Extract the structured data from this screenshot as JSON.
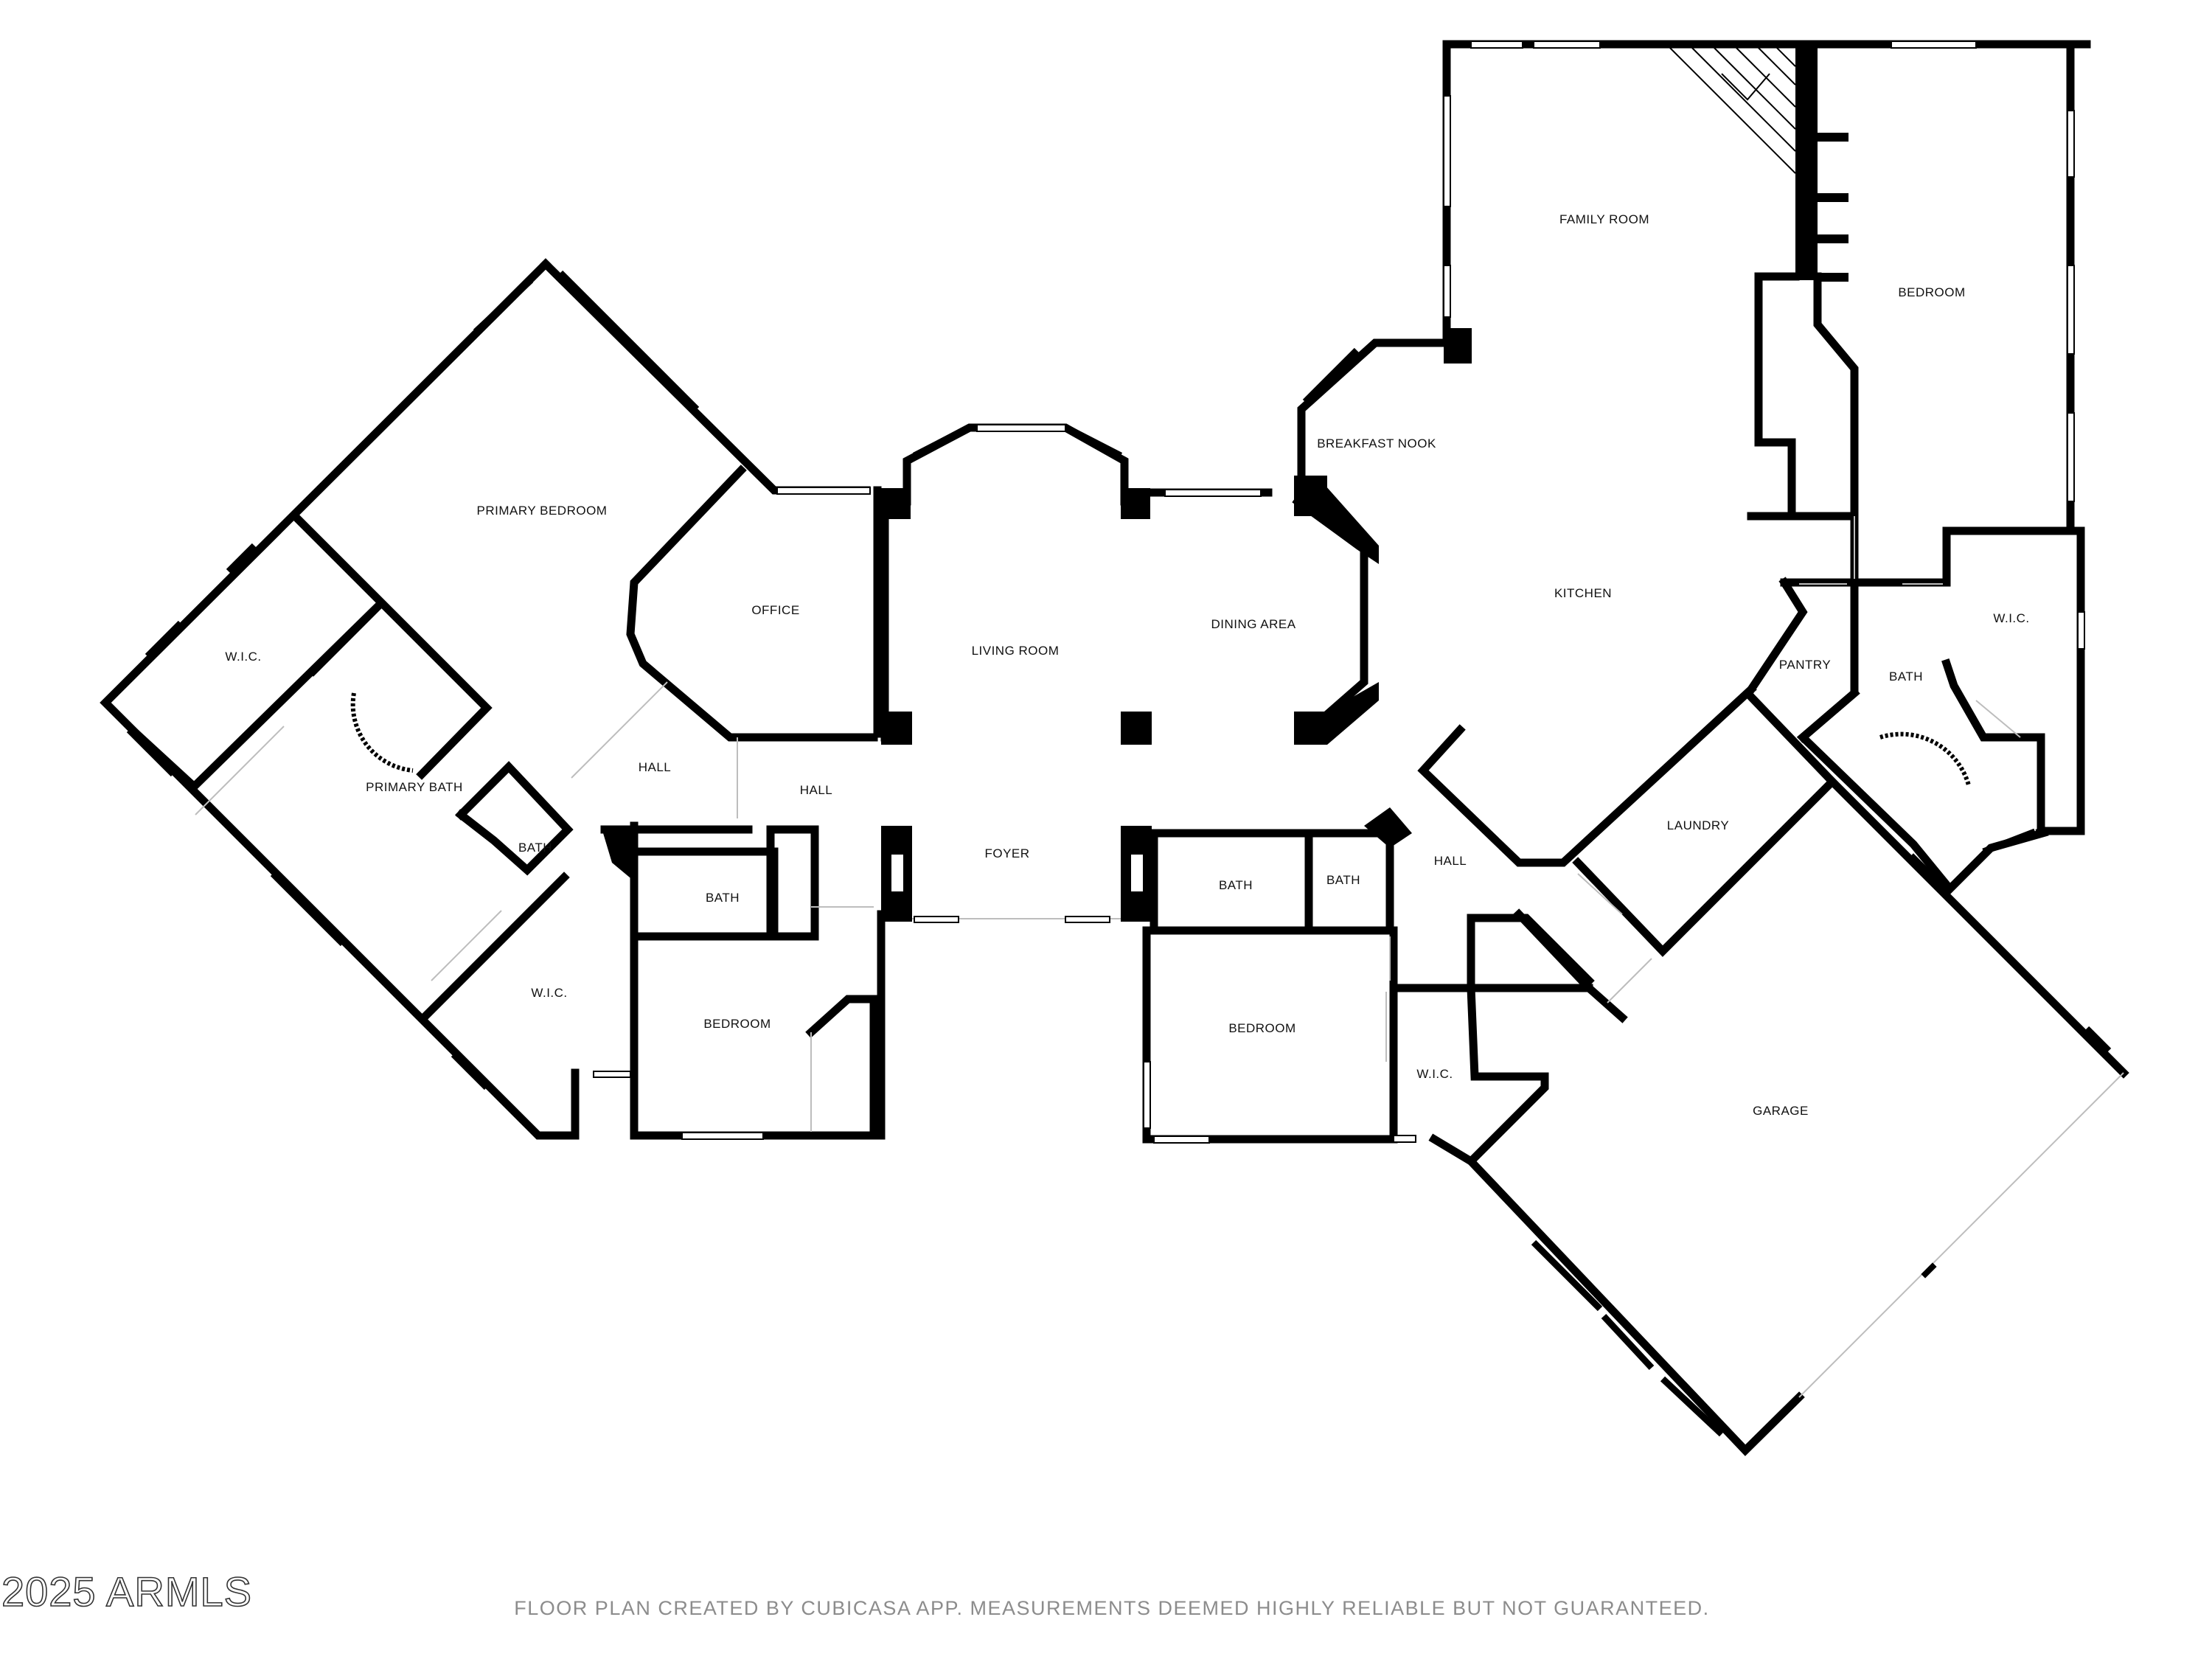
{
  "rooms": {
    "primary_bedroom": "PRIMARY BEDROOM",
    "wic_primary": "W.I.C.",
    "primary_bath": "PRIMARY BATH",
    "bath_primary_wc": "BATH",
    "wic_south": "W.I.C.",
    "office": "OFFICE",
    "hall_west": "HALL",
    "hall_center": "HALL",
    "bath_center": "BATH",
    "bedroom_southwest": "BEDROOM",
    "living_room": "LIVING ROOM",
    "foyer": "FOYER",
    "dining_area": "DINING AREA",
    "breakfast_nook": "BREAKFAST NOOK",
    "bath_east_1": "BATH",
    "bath_east_2": "BATH",
    "bedroom_southeast": "BEDROOM",
    "wic_garage": "W.I.C.",
    "family_room": "FAMILY ROOM",
    "kitchen": "KITCHEN",
    "hall_east": "HALL",
    "laundry": "LAUNDRY",
    "pantry": "PANTRY",
    "bedroom_northeast": "BEDROOM",
    "bath_northeast": "BATH",
    "wic_northeast": "W.I.C.",
    "garage": "GARAGE"
  },
  "footer": {
    "copyright": "2025 ARMLS",
    "disclaimer": "FLOOR PLAN CREATED BY CUBICASA APP. MEASUREMENTS DEEMED HIGHLY RELIABLE BUT NOT GUARANTEED."
  },
  "colors": {
    "wall": "#000000",
    "background": "#ffffff",
    "disclaimer": "#8c8c8c"
  }
}
